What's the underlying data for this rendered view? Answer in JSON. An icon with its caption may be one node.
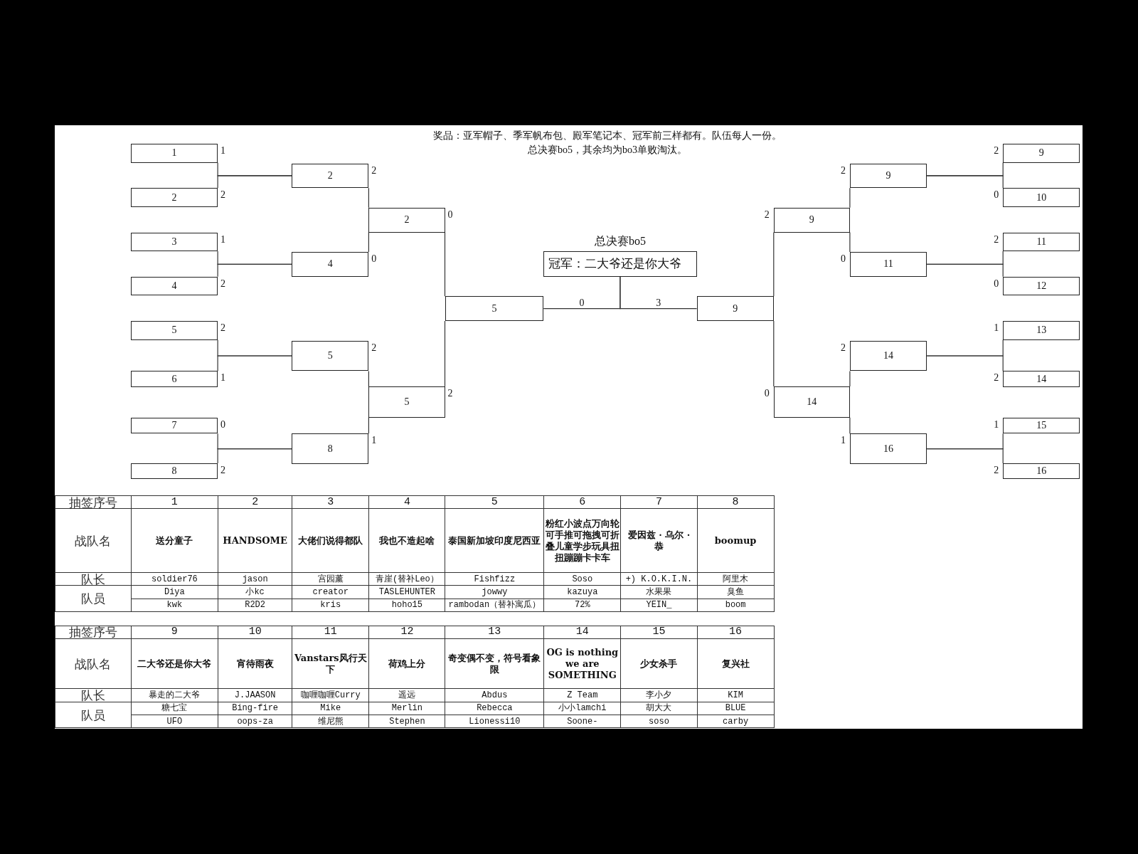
{
  "diagram": {
    "nodes": [
      {
        "text": [
          "1"
        ],
        "beside": [
          "1"
        ]
      },
      {
        "text": [
          "2"
        ],
        "beside": [
          "2"
        ]
      },
      {
        "text": [
          "3"
        ],
        "beside": [
          "1"
        ]
      },
      {
        "text": [
          "4"
        ],
        "beside": [
          "2"
        ]
      },
      {
        "text": [
          "5"
        ],
        "beside": [
          "2"
        ]
      },
      {
        "text": [
          "6"
        ],
        "beside": [
          "1"
        ]
      },
      {
        "text": [
          "7"
        ],
        "beside": [
          "0"
        ]
      },
      {
        "text": [
          "8"
        ],
        "beside": [
          "2"
        ]
      },
      {
        "text": [
          "2"
        ],
        "beside": [
          "2"
        ]
      },
      {
        "text": [
          "4"
        ],
        "beside": [
          "0"
        ]
      },
      {
        "text": [
          "5"
        ],
        "beside": [
          "2"
        ]
      },
      {
        "text": [
          "8"
        ],
        "beside": [
          "1"
        ]
      },
      {
        "text": [
          "2"
        ],
        "beside": [
          "0"
        ]
      },
      {
        "text": [
          "5"
        ],
        "beside": [
          "2"
        ]
      },
      {
        "text": [
          "5"
        ]
      },
      {
        "text": [
          "冠军：二大爷还是你大爷"
        ],
        "beside": [
          "总决赛bo5"
        ]
      },
      {
        "text": [
          "9"
        ]
      },
      {
        "text": [
          "9"
        ],
        "beside": [
          "2"
        ]
      },
      {
        "text": [
          "14"
        ],
        "beside": [
          "0"
        ]
      },
      {
        "text": [
          "9"
        ],
        "beside": [
          "2"
        ]
      },
      {
        "text": [
          "11"
        ],
        "beside": [
          "0"
        ]
      },
      {
        "text": [
          "14"
        ],
        "beside": [
          "2"
        ]
      },
      {
        "text": [
          "16"
        ],
        "beside": [
          "1"
        ]
      },
      {
        "text": [
          "9"
        ],
        "beside": [
          "2"
        ]
      },
      {
        "text": [
          "10"
        ],
        "beside": [
          "0"
        ]
      },
      {
        "text": [
          "11"
        ],
        "beside": [
          "2"
        ]
      },
      {
        "text": [
          "12"
        ],
        "beside": [
          "0"
        ]
      },
      {
        "text": [
          "13"
        ],
        "beside": [
          "1"
        ]
      },
      {
        "text": [
          "14"
        ],
        "beside": [
          "2"
        ]
      },
      {
        "text": [
          "15"
        ],
        "beside": [
          "1"
        ]
      },
      {
        "text": [
          "16"
        ],
        "beside": [
          "2"
        ]
      }
    ],
    "edges": [
      {
        "from": 0,
        "to": 8,
        "arrow": "none"
      },
      {
        "from": 1,
        "to": 8,
        "arrow": "none"
      },
      {
        "from": 2,
        "to": 9,
        "arrow": "none"
      },
      {
        "from": 3,
        "to": 9,
        "arrow": "none"
      },
      {
        "from": 4,
        "to": 10,
        "arrow": "none"
      },
      {
        "from": 5,
        "to": 10,
        "arrow": "none"
      },
      {
        "from": 6,
        "to": 11,
        "arrow": "none"
      },
      {
        "from": 7,
        "to": 11,
        "arrow": "none"
      },
      {
        "from": 8,
        "to": 12,
        "arrow": "none"
      },
      {
        "from": 9,
        "to": 12,
        "arrow": "none"
      },
      {
        "from": 10,
        "to": 13,
        "arrow": "none"
      },
      {
        "from": 11,
        "to": 13,
        "arrow": "none"
      },
      {
        "from": 12,
        "to": 14,
        "arrow": "none"
      },
      {
        "from": 13,
        "to": 14,
        "arrow": "none"
      },
      {
        "from": 14,
        "to": 15,
        "arrow": "none",
        "label": "0"
      },
      {
        "from": 16,
        "to": 15,
        "arrow": "none",
        "label": "3"
      },
      {
        "from": 17,
        "to": 16,
        "arrow": "none"
      },
      {
        "from": 18,
        "to": 16,
        "arrow": "none"
      },
      {
        "from": 19,
        "to": 17,
        "arrow": "none"
      },
      {
        "from": 20,
        "to": 17,
        "arrow": "none"
      },
      {
        "from": 21,
        "to": 18,
        "arrow": "none"
      },
      {
        "from": 22,
        "to": 18,
        "arrow": "none"
      },
      {
        "from": 23,
        "to": 19,
        "arrow": "none"
      },
      {
        "from": 24,
        "to": 19,
        "arrow": "none"
      },
      {
        "from": 25,
        "to": 20,
        "arrow": "none"
      },
      {
        "from": 26,
        "to": 20,
        "arrow": "none"
      },
      {
        "from": 27,
        "to": 21,
        "arrow": "none"
      },
      {
        "from": 28,
        "to": 21,
        "arrow": "none"
      },
      {
        "from": 29,
        "to": 22,
        "arrow": "none"
      },
      {
        "from": 30,
        "to": 22,
        "arrow": "none"
      }
    ],
    "labels": [
      "奖品：亚军帽子、季军帆布包、殿军笔记本、冠军前三样都有。队伍每人一份。",
      "总决赛bo5，其余均为bo3单败淘汰。",
      "抽签序号",
      "1",
      "2",
      "3",
      "4",
      "5",
      "6",
      "7",
      "8",
      "战队名",
      "送分童子",
      "HANDSOME",
      "大佬们说得都队",
      "我也不造起啥",
      "泰国新加坡印度尼西亚",
      "粉红小波点万向轮可手推可拖拽可折叠儿童学步玩具扭扭蹦蹦卡卡车",
      "爱因兹 · 乌尔 · 恭",
      "boomup",
      "队长",
      "soldier76",
      "jason",
      "宫园薰",
      "青崖(替补Leo）",
      "Fishfizz",
      "Soso",
      "+) K.O.K.I.N.",
      "阿里木",
      "队员",
      "Diya",
      "小kc",
      "creator",
      "TASLEHUNTER",
      "jowwy",
      "kazuya",
      "水果果",
      "臭鱼",
      "kwk",
      "R2D2",
      "kris",
      "hoho15",
      "rambodan（替补寓瓜）",
      "72%",
      "YEIN_",
      "boom",
      "抽签序号",
      "9",
      "10",
      "11",
      "12",
      "13",
      "14",
      "15",
      "16",
      "战队名",
      "二大爷还是你大爷",
      "宵待雨夜",
      "Vanstars风行天下",
      "荷鸡上分",
      "奇变偶不变，符号看象限",
      "OG is nothing we are SOMETHING",
      "少女杀手",
      "复兴社",
      "队长",
      "暴走的二大爷",
      "J.JAASON",
      "咖喱咖喱Curry",
      "遥远",
      "Abdus",
      "Z Team",
      "李小夕",
      "KIM",
      "队员",
      "糖七宝",
      "Bing-fire",
      "Mike",
      "Merlin",
      "Rebecca",
      "小小lamchi",
      "胡大大",
      "BLUE",
      "UFO",
      "oops-za",
      "维尼熊",
      "Stephen",
      "Lionessi10",
      "Soone-",
      "soso",
      "carby"
    ]
  }
}
